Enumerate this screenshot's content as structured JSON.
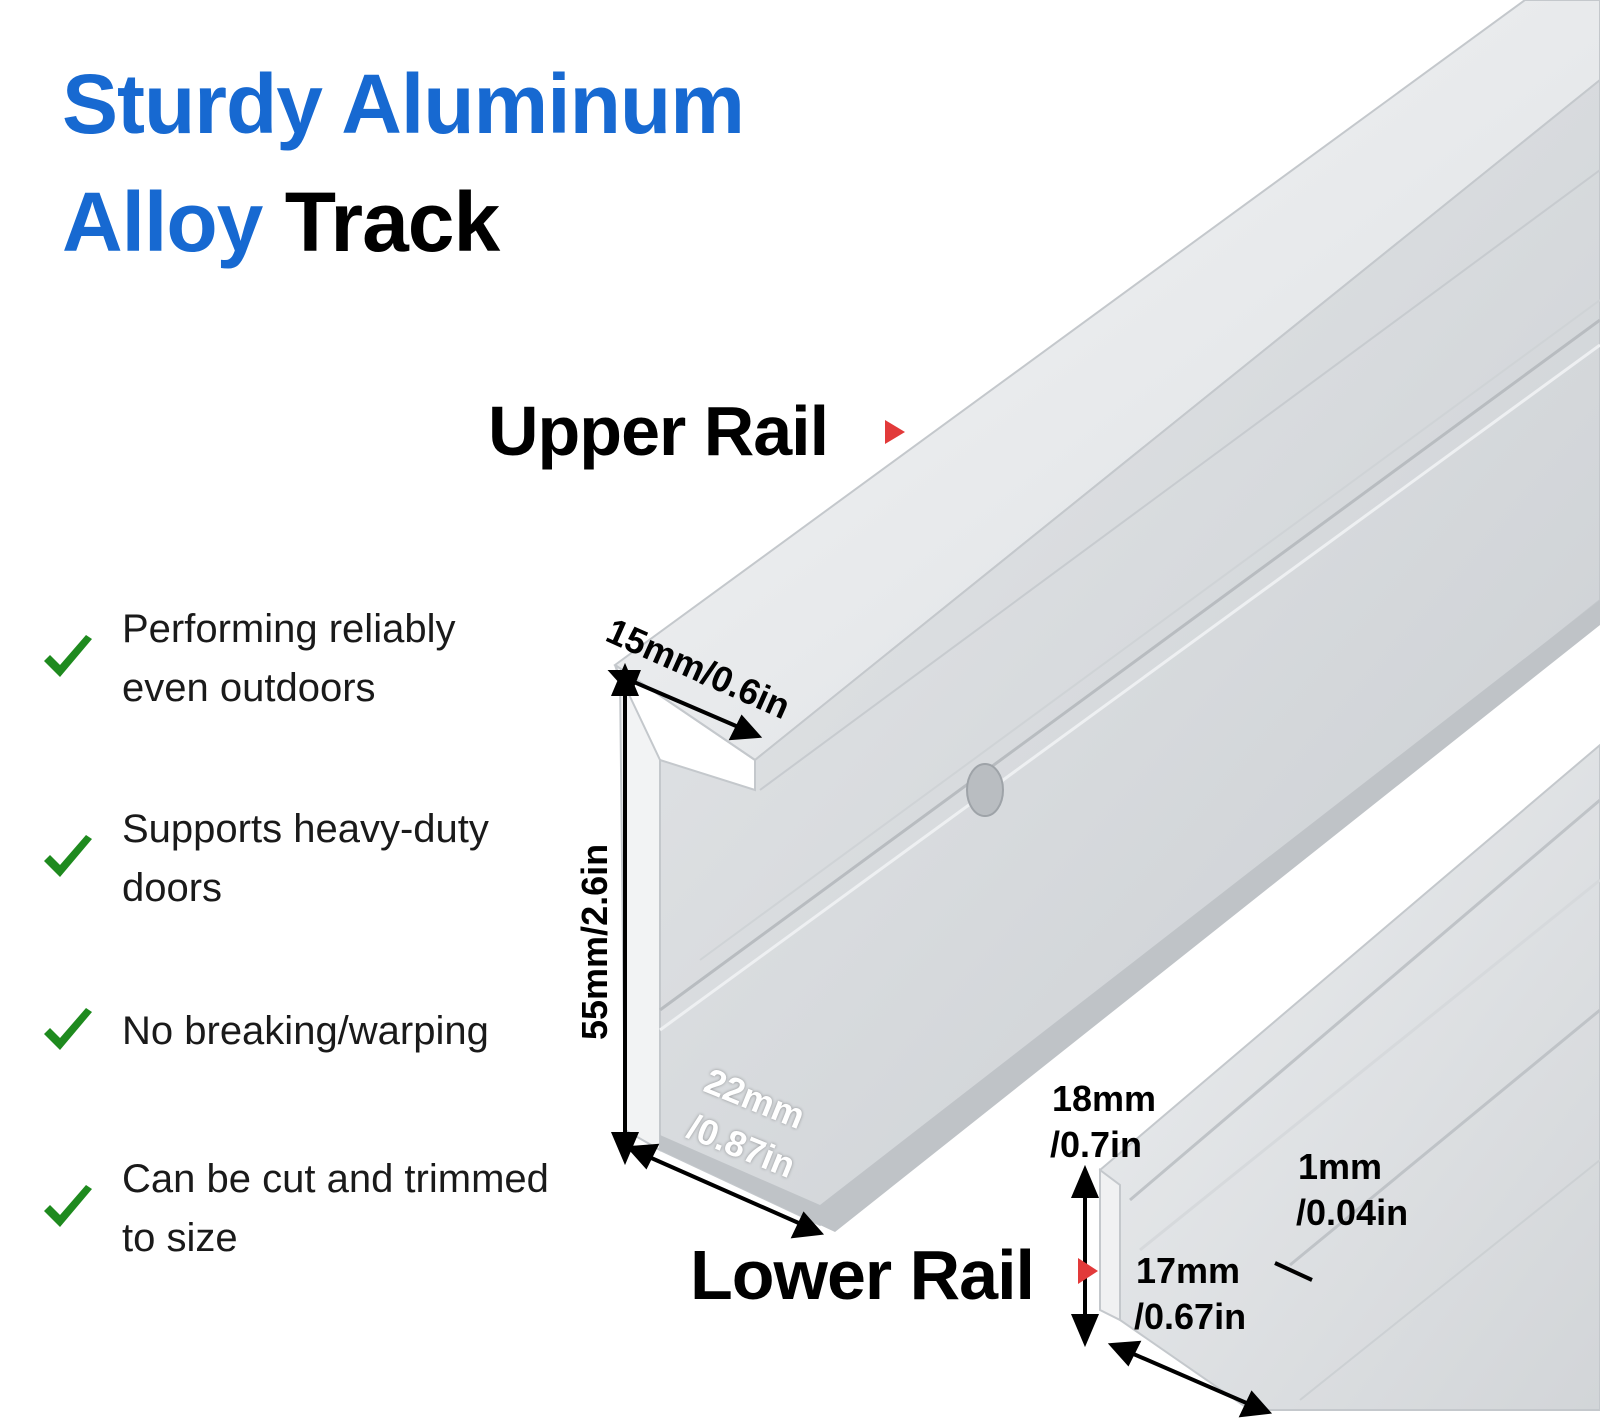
{
  "headline": {
    "line1": "Sturdy Aluminum",
    "line2_blue": "Alloy",
    "line2_black": "Track"
  },
  "labels": {
    "upper_rail": "Upper Rail",
    "lower_rail": "Lower Rail"
  },
  "features": [
    {
      "icon": "check-icon",
      "text": "Performing reliably\neven outdoors"
    },
    {
      "icon": "check-icon",
      "text": "Supports heavy-duty\ndoors"
    },
    {
      "icon": "check-icon",
      "text": "No breaking/warping"
    },
    {
      "icon": "check-icon",
      "text": "Can be cut and trimmed\nto size"
    }
  ],
  "dimensions": {
    "upper_width": "15mm/0.6in",
    "upper_height": "55mm/2.6in",
    "upper_base_mm": "22mm",
    "upper_base_in": "/0.87in",
    "lower_height_mm": "18mm",
    "lower_height_in": "/0.7in",
    "lower_thickness_mm": "1mm",
    "lower_thickness_in": "/0.04in",
    "lower_width_mm": "17mm",
    "lower_width_in": "/0.67in"
  },
  "colors": {
    "headline_blue": "#1769d1",
    "check_green": "#1e8a1e",
    "pointer_red": "#e23a3a",
    "aluminum": "#d9dcdf"
  }
}
